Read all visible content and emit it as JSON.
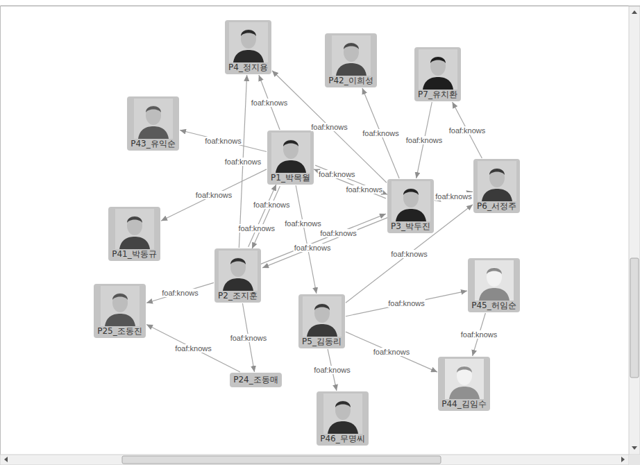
{
  "diagram": {
    "nodes": [
      {
        "text": [
          "P4_정지용"
        ]
      },
      {
        "text": [
          "P42_이희성"
        ]
      },
      {
        "text": [
          "P7_유치환"
        ]
      },
      {
        "text": [
          "P43_유익순"
        ]
      },
      {
        "text": [
          "P1_박목월"
        ]
      },
      {
        "text": [
          "P6_서정주"
        ]
      },
      {
        "text": [
          "P3_박두진"
        ]
      },
      {
        "text": [
          "P41_박동규"
        ]
      },
      {
        "text": [
          "P2_조지훈"
        ]
      },
      {
        "text": [
          "P25_조동진"
        ]
      },
      {
        "text": [
          "P45_허임순"
        ]
      },
      {
        "text": [
          "P5_김동리"
        ]
      },
      {
        "text": [
          "P24_조동매"
        ]
      },
      {
        "text": [
          "P44_김임수"
        ]
      },
      {
        "text": [
          "P46_무명씨"
        ]
      }
    ],
    "edges": [
      {
        "from": 4,
        "to": 0,
        "arrow": "to",
        "label": "foaf:knows"
      },
      {
        "from": 8,
        "to": 0,
        "arrow": "to",
        "label": "foaf:knows"
      },
      {
        "from": 6,
        "to": 0,
        "arrow": "to",
        "label": "foaf:knows"
      },
      {
        "from": 4,
        "to": 3,
        "arrow": "to",
        "label": "foaf:knows"
      },
      {
        "from": 4,
        "to": 7,
        "arrow": "to",
        "label": "foaf:knows"
      },
      {
        "from": 4,
        "to": 6,
        "arrow": "to",
        "label": "foaf:knows"
      },
      {
        "from": 6,
        "to": 4,
        "arrow": "to",
        "label": "foaf:knows"
      },
      {
        "from": 4,
        "to": 8,
        "arrow": "to",
        "label": "foaf:knows"
      },
      {
        "from": 8,
        "to": 4,
        "arrow": "to",
        "label": "foaf:knows"
      },
      {
        "from": 4,
        "to": 11,
        "arrow": "to",
        "label": "foaf:knows"
      },
      {
        "from": 6,
        "to": 8,
        "arrow": "to",
        "label": "foaf:knows"
      },
      {
        "from": 8,
        "to": 6,
        "arrow": "to",
        "label": "foaf:knows"
      },
      {
        "from": 6,
        "to": 1,
        "arrow": "to",
        "label": "foaf:knows"
      },
      {
        "from": 2,
        "to": 6,
        "arrow": "to",
        "label": "foaf:knows"
      },
      {
        "from": 5,
        "to": 2,
        "arrow": "to",
        "label": "foaf:knows"
      },
      {
        "from": 5,
        "to": 6,
        "arrow": "both",
        "label": "foaf:knows"
      },
      {
        "from": 11,
        "to": 5,
        "arrow": "to",
        "label": "foaf:knows"
      },
      {
        "from": 11,
        "to": 10,
        "arrow": "to",
        "label": "foaf:knows"
      },
      {
        "from": 10,
        "to": 13,
        "arrow": "to",
        "label": "foaf:knows"
      },
      {
        "from": 11,
        "to": 13,
        "arrow": "to",
        "label": "foaf:knows"
      },
      {
        "from": 11,
        "to": 14,
        "arrow": "to",
        "label": "foaf:knows"
      },
      {
        "from": 8,
        "to": 9,
        "arrow": "to",
        "label": "foaf:knows"
      },
      {
        "from": 8,
        "to": 12,
        "arrow": "to",
        "label": "foaf:knows"
      },
      {
        "from": 12,
        "to": 9,
        "arrow": "to",
        "label": "foaf:knows"
      }
    ]
  }
}
